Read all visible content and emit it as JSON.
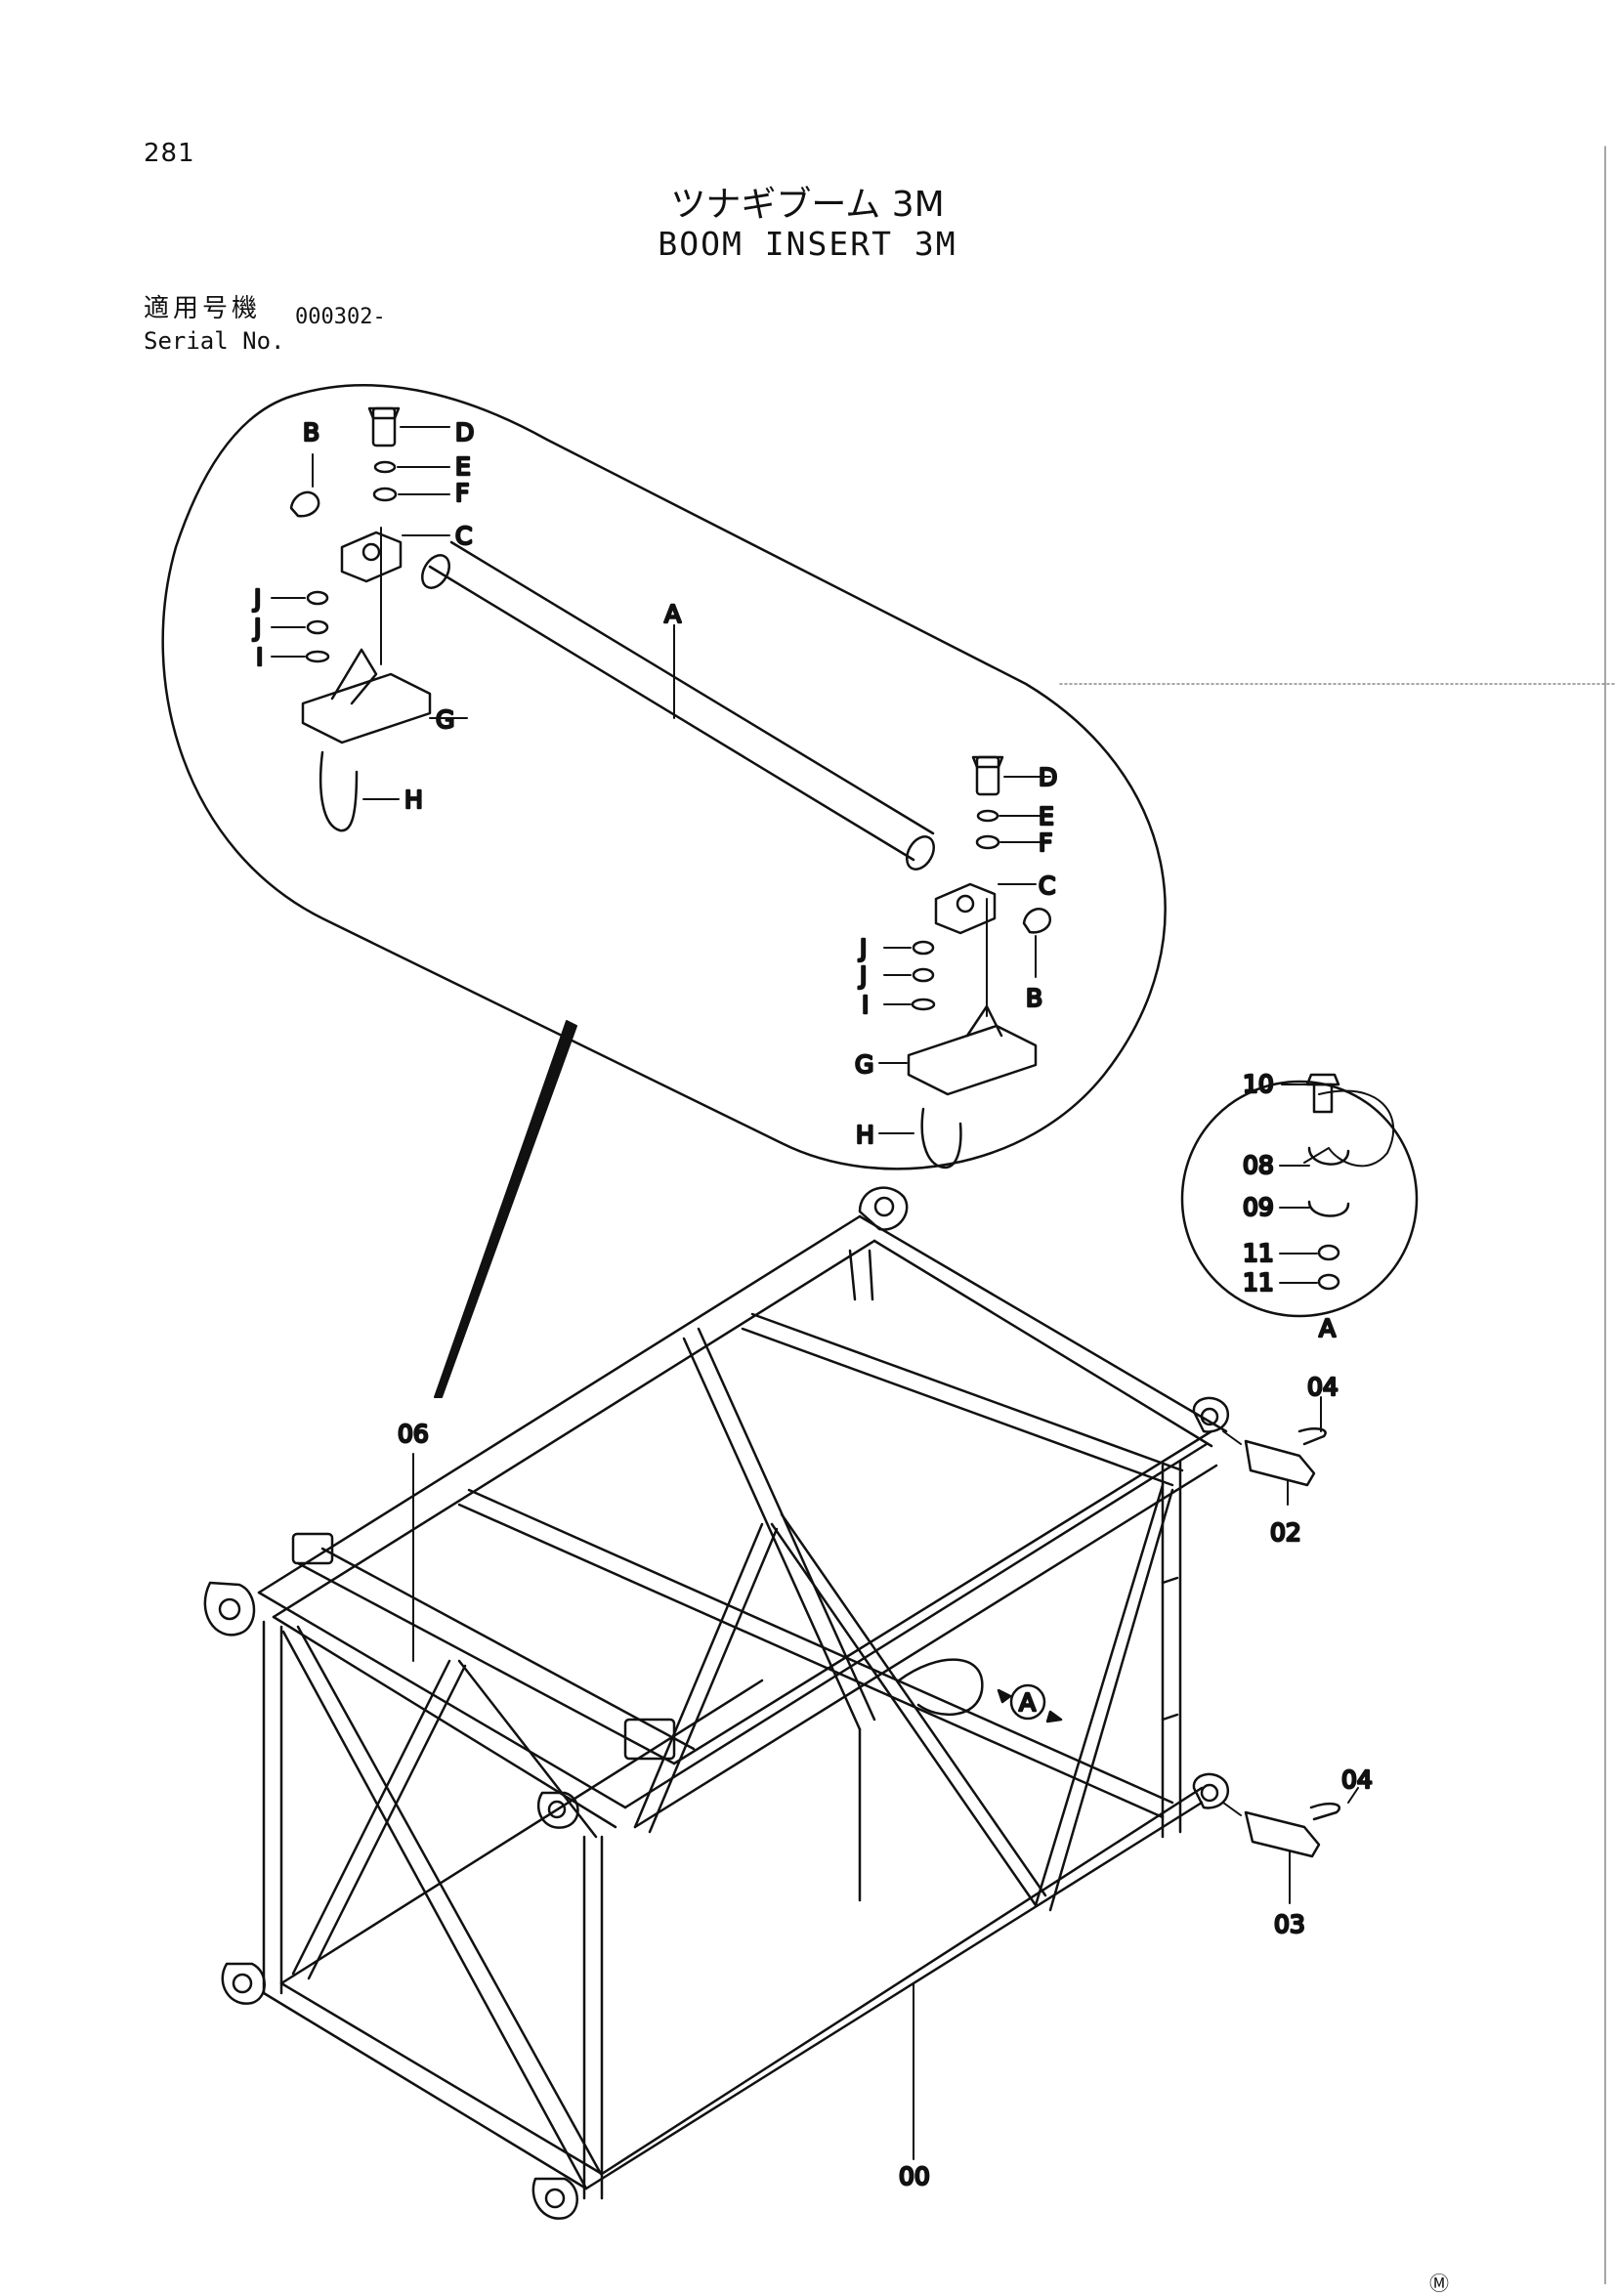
{
  "page": {
    "number": "281",
    "title_jp": "ツナギブーム 3M",
    "title_en": "BOOM INSERT 3M",
    "serial_label_jp": "適用号機",
    "serial_label_en": "Serial No.",
    "serial_value": "000302-",
    "bottom_mark": "Ⓜ"
  },
  "detail_large": {
    "labels_left": {
      "B": "B",
      "D": "D",
      "E": "E",
      "F": "F",
      "C": "C",
      "J1": "J",
      "J2": "J",
      "I": "I",
      "G": "G",
      "H": "H",
      "A": "A"
    },
    "labels_right": {
      "D": "D",
      "E": "E",
      "F": "F",
      "C": "C",
      "J1": "J",
      "J2": "J",
      "I": "I",
      "B": "B",
      "G": "G",
      "H": "H"
    }
  },
  "detail_small": {
    "labels": {
      "p10": "10",
      "p08": "08",
      "p09": "09",
      "p11a": "11",
      "p11b": "11",
      "A": "A"
    }
  },
  "main_parts": {
    "p06": "06",
    "p04a": "04",
    "p02": "02",
    "p04b": "04",
    "p03": "03",
    "p00": "00",
    "view_A": "A"
  }
}
